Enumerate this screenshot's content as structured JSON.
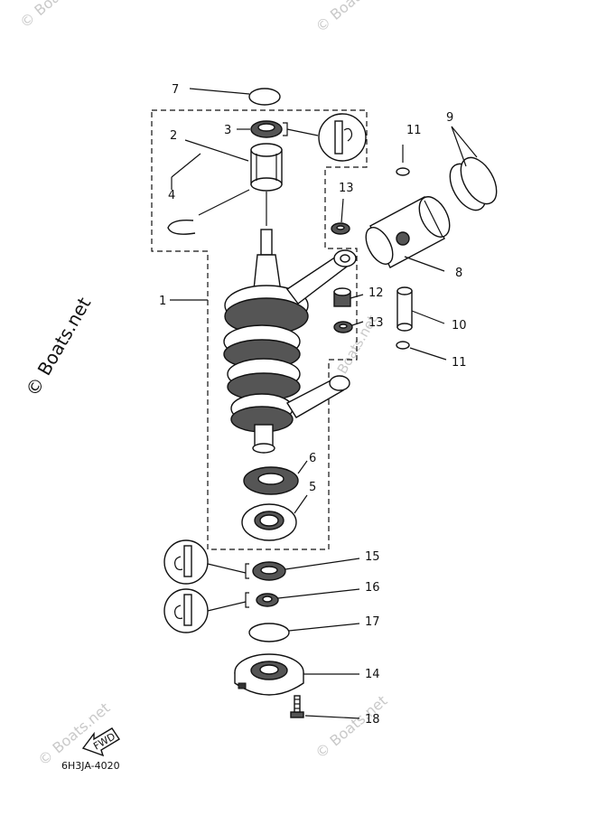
{
  "watermarks": {
    "side": "© Boats.net",
    "corner_tl": "© Boats.net",
    "corner_tr": "© Boats.net",
    "corner_bl": "© Boats.net",
    "corner_br": "© Boats.net",
    "center": "© Boats.net"
  },
  "callouts": {
    "c1": "1",
    "c2": "2",
    "c3": "3",
    "c4": "4",
    "c5": "5",
    "c6": "6",
    "c7": "7",
    "c8": "8",
    "c9": "9",
    "c10": "10",
    "c11a": "11",
    "c11b": "11",
    "c12": "12",
    "c13a": "13",
    "c13b": "13",
    "c14": "14",
    "c15": "15",
    "c16": "16",
    "c17": "17",
    "c18": "18"
  },
  "fwd_label": "FWD",
  "diagram_code": "6H3JA-4020"
}
